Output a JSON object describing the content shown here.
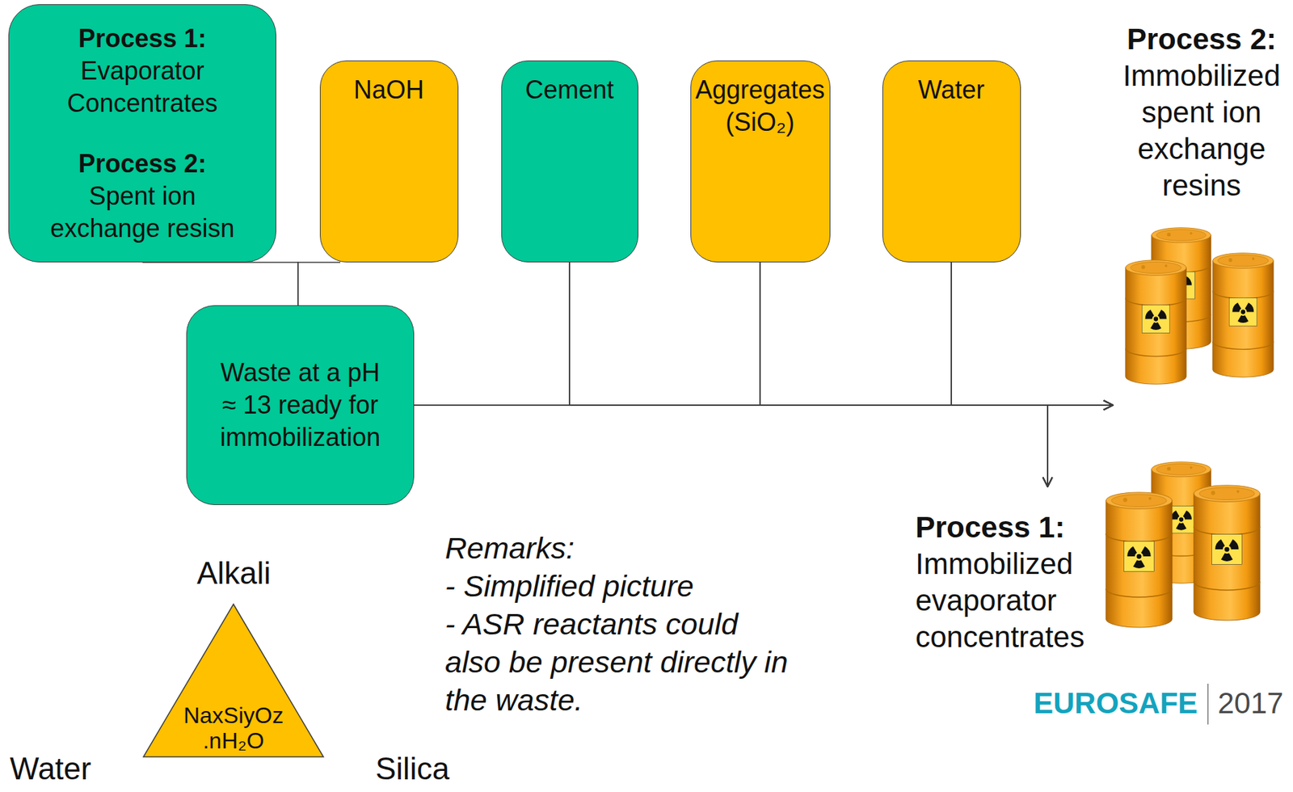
{
  "diagram": {
    "nodes": [
      {
        "text": [
          "Process 1:",
          "Evaporator Concentrates",
          "Process 2:",
          "Spent ion exchange resisn"
        ]
      },
      {
        "text": [
          "NaOH"
        ]
      },
      {
        "text": [
          "Cement"
        ]
      },
      {
        "text": [
          "Aggregates (SiO₂)"
        ]
      },
      {
        "text": [
          "Water"
        ]
      },
      {
        "text": [
          "Process 2:",
          "Immobilized spent ion exchange resins"
        ]
      },
      {
        "text": [
          "Waste at a pH ≈ 13 ready for immobilization"
        ]
      },
      {
        "text": [
          "Process 1:",
          "Immobilized evaporator concentrates"
        ]
      },
      {
        "text": [
          "NaxSiyOz .nH₂O"
        ]
      }
    ],
    "edges": [
      {
        "from": 0,
        "to": 6,
        "arrow": "none"
      },
      {
        "from": 1,
        "to": 6,
        "arrow": "none"
      },
      {
        "from": 6,
        "to": 5,
        "arrow": "to"
      },
      {
        "from": 6,
        "to": 7,
        "arrow": "to"
      },
      {
        "from": 2,
        "to": 5,
        "arrow": "to"
      },
      {
        "from": 2,
        "to": 7,
        "arrow": "to"
      },
      {
        "from": 3,
        "to": 5,
        "arrow": "to"
      },
      {
        "from": 3,
        "to": 7,
        "arrow": "to"
      },
      {
        "from": 4,
        "to": 5,
        "arrow": "to"
      },
      {
        "from": 4,
        "to": 7,
        "arrow": "to"
      }
    ],
    "labels": [
      "Alkali",
      "Water",
      "Silica",
      "Remarks:",
      "- Simplified picture",
      "- ASR reactants could also be present directly in the waste.",
      "EUROSAFE",
      "2017"
    ]
  }
}
